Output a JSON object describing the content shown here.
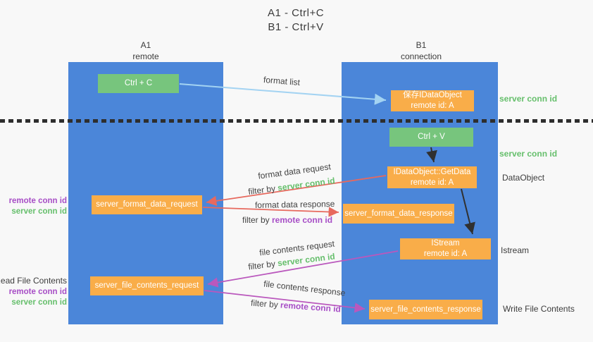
{
  "title": {
    "line1": "A1 - Ctrl+C",
    "line2": "B1 - Ctrl+V"
  },
  "lanes": {
    "left": {
      "title": "A1",
      "subtitle": "remote"
    },
    "right": {
      "title": "B1",
      "subtitle": "connection"
    }
  },
  "nodes": {
    "ctrl_c": {
      "label": "Ctrl + C"
    },
    "ctrl_v": {
      "label": "Ctrl + V"
    },
    "save_idataobject": {
      "line1": "保存IDataObject",
      "line2": "remote id: A"
    },
    "getdata": {
      "line1": "IDataObject::GetData",
      "line2": "remote id: A"
    },
    "istream": {
      "line1": "IStream",
      "line2": "remote id: A"
    },
    "format_request": {
      "label": "server_format_data_request"
    },
    "format_response": {
      "label": "server_format_data_response"
    },
    "file_request": {
      "label": "server_file_contents_request"
    },
    "file_response": {
      "label": "server_file_contents_response"
    }
  },
  "edge_labels": {
    "format_list": "format list",
    "format_data_request": "format data request",
    "format_data_response": "format data response",
    "file_contents_request": "file contents request",
    "file_contents_response": "file contents response",
    "filter_by": "filter by ",
    "server_conn_id": "server conn id",
    "remote_conn_id": "remote conn id"
  },
  "side_labels": {
    "server_conn_id_top": "server conn id",
    "server_conn_id_mid": "server conn id",
    "dataobject": "DataObject",
    "istream": "Istream",
    "write_file_contents": "Write File Contents",
    "read_file_contents": "Read File Contents",
    "remote_conn_id": "remote conn id",
    "server_conn_id": "server conn id"
  },
  "colors": {
    "lane_blue": "#4b86d9",
    "green_box": "#77c57d",
    "orange_box": "#f9ad49",
    "arrow_light_blue": "#a3d3f2",
    "arrow_red": "#e7695e",
    "arrow_magenta": "#ba58bd",
    "arrow_black": "#303030",
    "text_green": "#66bf6c",
    "text_purple": "#a74ec6"
  }
}
